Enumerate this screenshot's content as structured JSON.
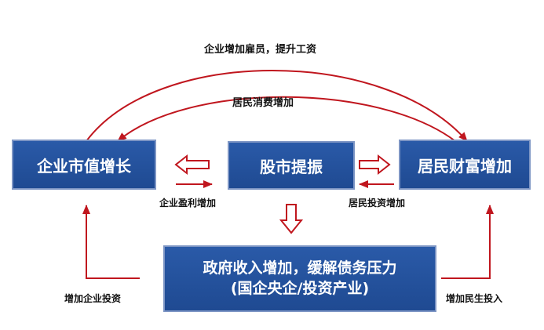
{
  "nodes": {
    "enterprise": "企业市值增长",
    "stock": "股市提振",
    "wealth": "居民财富增加",
    "government_line1": "政府收入增加，缓解债务压力",
    "government_line2": "(国企央企/投资产业)"
  },
  "edges": {
    "top_arc": "企业增加雇员，提升工资",
    "inner_arc": "居民消费增加",
    "profit": "企业盈利增加",
    "investment": "居民投资增加",
    "enterprise_invest": "增加企业投资",
    "livelihood": "增加民生投入"
  },
  "colors": {
    "box_fill": "#1f4a92",
    "arrow_red": "#c0161e"
  }
}
